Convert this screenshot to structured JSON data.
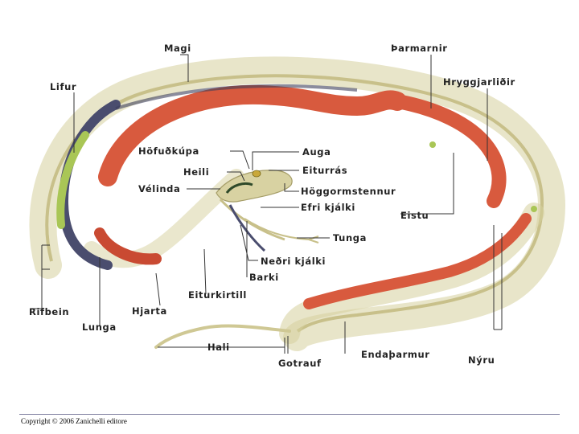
{
  "diagram": {
    "labels": {
      "magi": "Magi",
      "tharmarnir": "Þarmarnir",
      "lifur": "Lifur",
      "hryggjarlidir": "Hryggjarliðir",
      "hofudkupa": "Höfuðkúpa",
      "auga": "Auga",
      "heili": "Heili",
      "eiturras": "Eiturrás",
      "velinda": "Vélinda",
      "hoggormstennur": "Höggormstennur",
      "efri_kjalki": "Efri kjálki",
      "eistu": "Eistu",
      "tunga": "Tunga",
      "nedri_kjalki": "Neðri kjálki",
      "barki": "Barki",
      "eiturkirtill": "Eiturkirtill",
      "rifbein": "Rifbein",
      "hjarta": "Hjarta",
      "lunga": "Lunga",
      "hali": "Hali",
      "endatharmur": "Endaþarmur",
      "nyru": "Nýru",
      "gotrauf": "Gotrauf"
    },
    "colors": {
      "bone": "#d8d2a2",
      "bone_dark": "#b9b17c",
      "organ_red": "#d85a3e",
      "organ_red_dark": "#b8412a",
      "lung_blue": "#4a4d6e",
      "liver_green": "#a9c656",
      "leader_line": "#333333"
    }
  },
  "footer": {
    "copyright": "Copyright © 2006 Zanichelli editore"
  }
}
